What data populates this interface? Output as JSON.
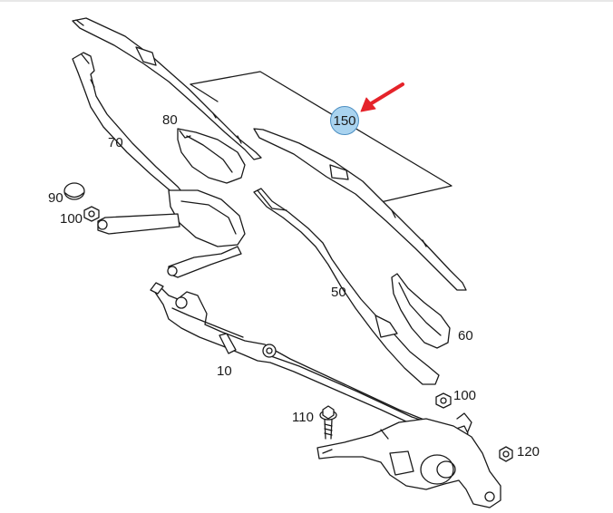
{
  "diagram": {
    "selected_callout": "150",
    "accent_color": "#a9d3ef",
    "arrow_color": "#e5232a",
    "labels": {
      "p10": "10",
      "p50": "50",
      "p60": "60",
      "p70": "70",
      "p80": "80",
      "p90": "90",
      "p100a": "100",
      "p100b": "100",
      "p110": "110",
      "p120": "120"
    }
  }
}
